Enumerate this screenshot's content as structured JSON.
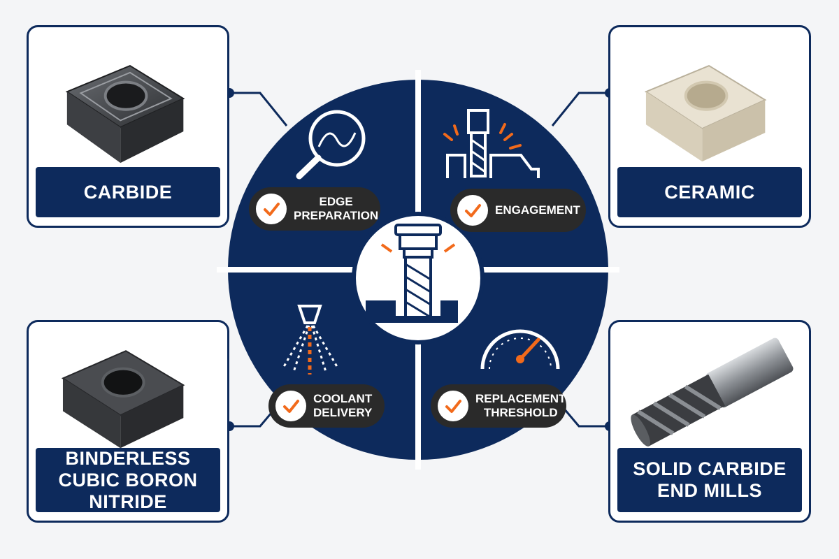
{
  "colors": {
    "navy": "#0d2a5c",
    "orange": "#f26a1b",
    "pill_dark": "#2a2a2a",
    "background": "#f4f5f7"
  },
  "materials": [
    {
      "id": "carbide",
      "label": "CARBIDE",
      "icon": "square-insert-dark-icon"
    },
    {
      "id": "ceramic",
      "label": "CERAMIC",
      "icon": "square-insert-ceramic-icon"
    },
    {
      "id": "cbn",
      "label_lines": [
        "BINDERLESS",
        "CUBIC BORON NITRIDE"
      ],
      "icon": "square-insert-cbn-icon"
    },
    {
      "id": "end-mill",
      "label_lines": [
        "SOLID CARBIDE",
        "END MILLS"
      ],
      "icon": "end-mill-icon"
    }
  ],
  "factors": [
    {
      "id": "edge",
      "label_lines": [
        "EDGE",
        "PREPARATION"
      ],
      "icon": "magnifier-edge-icon"
    },
    {
      "id": "engagement",
      "label_lines": [
        "ENGAGEMENT"
      ],
      "icon": "tool-engagement-icon"
    },
    {
      "id": "coolant",
      "label_lines": [
        "COOLANT",
        "DELIVERY"
      ],
      "icon": "coolant-spray-icon"
    },
    {
      "id": "threshold",
      "label_lines": [
        "REPLACEMENT",
        "THRESHOLD"
      ],
      "icon": "gauge-icon"
    }
  ],
  "center_icon": "spindle-end-mill-icon"
}
